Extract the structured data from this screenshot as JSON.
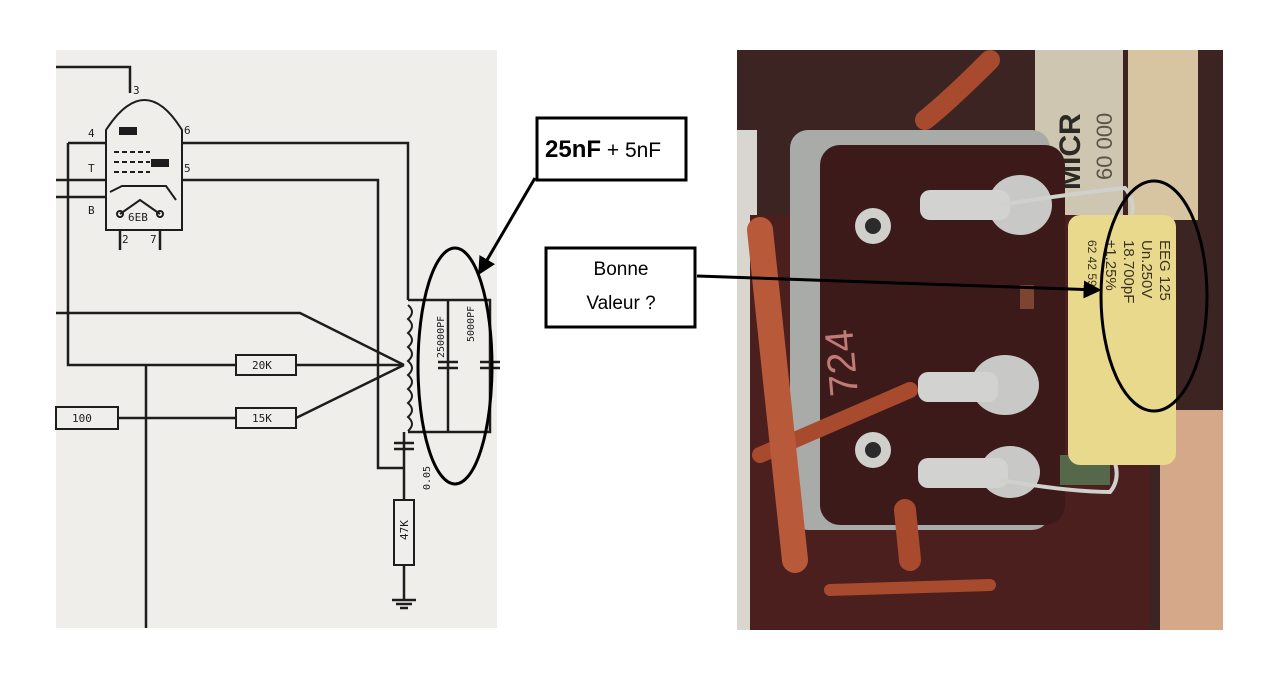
{
  "schematic": {
    "pin_labels": [
      "3",
      "4",
      "6",
      "T",
      "5",
      "B",
      "2",
      "7"
    ],
    "tube_label": "6EB",
    "components": {
      "r_20k": "20K",
      "r_15k": "15K",
      "r_100": "100",
      "r_47k": "47K",
      "c_25000": "25000PF",
      "c_5000": "5000PF",
      "c_bottom": "0.05"
    }
  },
  "callouts": {
    "top": {
      "bold": "25nF",
      "rest": " + 5nF"
    },
    "middle": {
      "line1": "Bonne",
      "line2": "Valeur ?"
    }
  },
  "photo": {
    "capacitor_lines": [
      "EEG 125",
      "Un.250V",
      "18.700pF",
      "±1.25%",
      "62 42 591"
    ],
    "resistor_label": "MICR",
    "resistor_value": "60 000",
    "marking": "724"
  },
  "colors": {
    "board": "#4a1f1e",
    "capacitor": "#e9d98c",
    "wire": "#a84a2e"
  }
}
